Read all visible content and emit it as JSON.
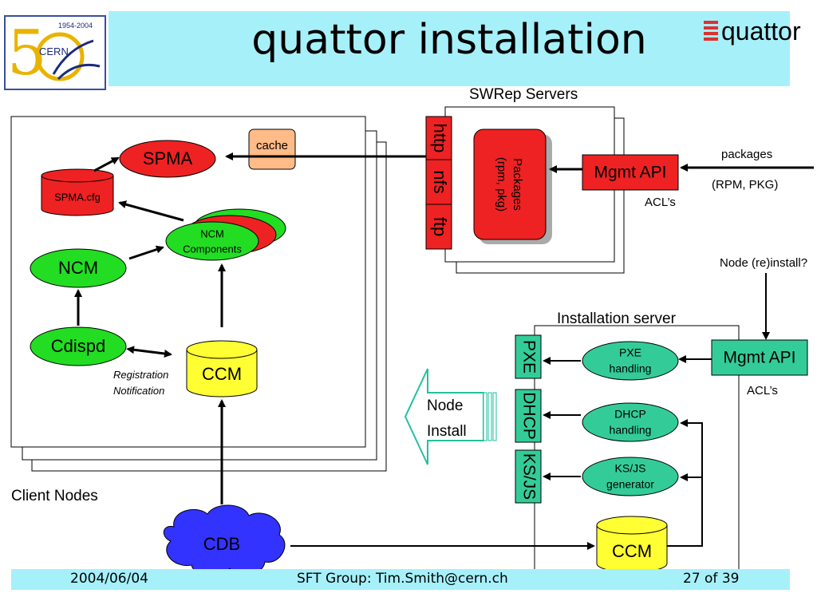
{
  "slide": {
    "title": "quattor installation",
    "footer_date": "2004/06/04",
    "footer_center": "SFT Group: Tim.Smith@cern.ch",
    "footer_page": "27 of 39"
  },
  "logos": {
    "cern_years": "1954-2004",
    "cern_text": "CERN",
    "quattor_text": "quattor"
  },
  "client": {
    "label": "Client Nodes",
    "spma": "SPMA",
    "spma_cfg": "SPMA.cfg",
    "cache": "cache",
    "ncm_components": [
      "NCM",
      "Components"
    ],
    "ncm": "NCM",
    "cdispd": "Cdispd",
    "ccm": "CCM",
    "registration": "Registration",
    "notification": "Notification"
  },
  "swrep": {
    "label": "SWRep Servers",
    "protocols": [
      "http",
      "nfs",
      "ftp"
    ],
    "packages": [
      "Packages",
      "(rpm, pkg)"
    ],
    "mgmt_api": "Mgmt API",
    "acls": "ACL’s",
    "packages_in": "packages",
    "packages_types": "(RPM, PKG)"
  },
  "install": {
    "label": "Installation server",
    "node_reinstall": "Node (re)install?",
    "mgmt_api": "Mgmt API",
    "acls": "ACL’s",
    "services": [
      "PXE",
      "DHCP",
      "KS/JS"
    ],
    "handlers": [
      [
        "PXE",
        "handling"
      ],
      [
        "DHCP",
        "handling"
      ],
      [
        "KS/JS",
        "generator"
      ]
    ],
    "ccm": "CCM",
    "node_install": [
      "Node",
      "Install"
    ]
  },
  "cdb": "CDB",
  "colors": {
    "band": "#a6f0fa",
    "red": "#ee2222",
    "green": "#22dd22",
    "teal": "#33cc99",
    "yellow": "#ffff33",
    "cdb_blue": "#3333ff",
    "cache": "#ffbb88"
  }
}
